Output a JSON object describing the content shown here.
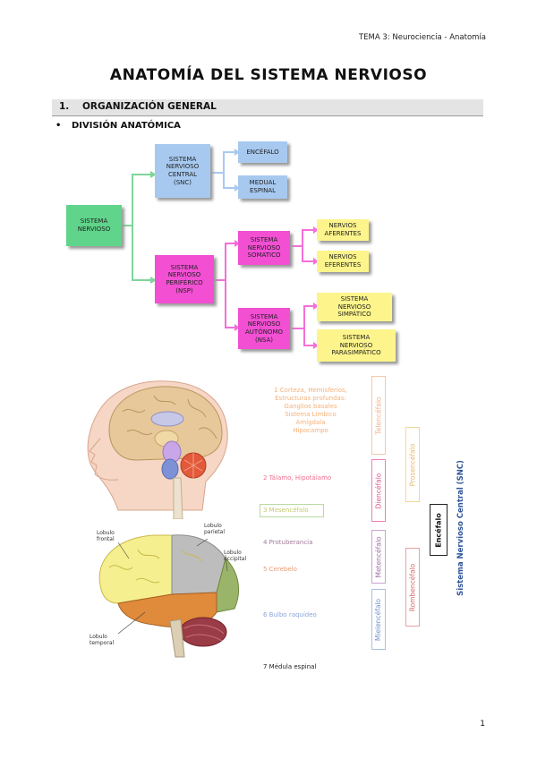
{
  "header": {
    "running_head": "TEMA 3: Neurociencia - Anatomía"
  },
  "title": "ANATOMÍA DEL SISTEMA NERVIOSO",
  "section": {
    "number": "1.",
    "label": "ORGANIZACIÓN GENERAL"
  },
  "subsection": {
    "bullet": "•",
    "label": "DIVISIÓN ANATÓMICA"
  },
  "diagram": {
    "sistema_nervioso": "SISTEMA\nNERVIOSO",
    "snc": "SISTEMA\nNERVIOSO\nCENTRAL\n(SNC)",
    "encefalo": "ENCÉFALO",
    "medula": "MEDUAL\nESPINAL",
    "snp": "SISTEMA\nNERVIOSO\nPERIFÉRICO\n(NSP)",
    "somatico": "SISTEMA\nNERVIOSO\nSOMATICO",
    "aferentes": "NERVIOS\nAFERENTES",
    "eferentes": "NERVIOS\nEFERENTES",
    "autonomo": "SISTEMA\nNERVIOSO\nAUTÓNOMO\n(NSA)",
    "simpatico": "SISTEMA\nNERVIOSO\nSIMPÁTICO",
    "parasimpatico": "SISTEMA\nNERVIOSO\nPARASIMPÁTICO",
    "colors": {
      "green": "#5fd48a",
      "blue": "#a7c9f0",
      "pink": "#f24fd3",
      "yellow": "#fdf58b"
    }
  },
  "figure": {
    "item1": "1  Corteza, Hemisferios,\nEstructuras profundas:\nGanglios basales\nSistema Límbico\nAmígdala\nHipocampo",
    "item2": "2 Tálamo, Hipotálamo",
    "item3": "3 Mesencéfalo",
    "item4": "4 Protuberancia",
    "item5": "5 Cerebelo",
    "item6": "6 Bulbo raquídeo",
    "item7": "7 Médula espinal",
    "telencefalo": "Telencéfalo",
    "diencefalo": "Diencéfalo",
    "prosencefalo": "Prosencéfalo",
    "metencefalo": "Metencéfalo",
    "mielencefalo": "Mielencéfalo",
    "rombencefalo": "Rombencéfalo",
    "encefalo": "Encéfalo",
    "snc": "Sistema Nervioso Central (SNC)",
    "lobulo_frontal": "Lobulo\nfrontal",
    "lobulo_parietal": "Lobulo\nparietal",
    "lobulo_occipital": "Lobulo\noccipital",
    "lobulo_temporal": "Lobulo\ntemporal"
  },
  "page_number": "1"
}
